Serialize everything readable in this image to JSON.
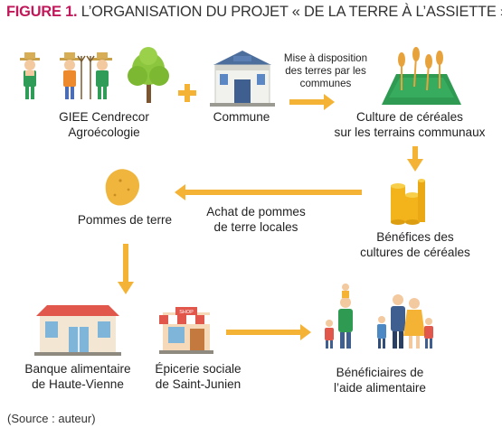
{
  "figure": {
    "number": "FIGURE 1.",
    "title": "L’ORGANISATION DU PROJET « DE LA TERRE À L’ASSIETTE »"
  },
  "nodes": {
    "giee": "GIEE Cendrecor\nAgroécologie",
    "commune": "Commune",
    "mise_disposition": "Mise à disposition\ndes terres par les\ncommunes",
    "culture": "Culture de céréales\nsur les terrains communaux",
    "benefices": "Bénéfices des\ncultures de céréales",
    "achat": "Achat de pommes\nde terre locales",
    "pommes": "Pommes de terre",
    "banque": "Banque alimentaire\nde Haute-Vienne",
    "epicerie": "Épicerie sociale\nde Saint-Junien",
    "beneficiaires": "Bénéficiaires de\nl’aide alimentaire"
  },
  "shop_sign": "SHOP",
  "source": "(Source : auteur)",
  "colors": {
    "arrow": "#f5b335",
    "title_accent": "#c0185a",
    "green": "#2e9a52",
    "tree": "#8cc63f",
    "wheat": "#e8a23c",
    "coins": "#f2b31b",
    "potato": "#f0b53c",
    "awning": "#e2574c"
  },
  "icons": [
    "farmer-icon",
    "tree-icon",
    "plus-icon",
    "town-hall-icon",
    "wheat-field-icon",
    "coins-icon",
    "potato-icon",
    "food-bank-icon",
    "shop-icon",
    "family-icon"
  ]
}
